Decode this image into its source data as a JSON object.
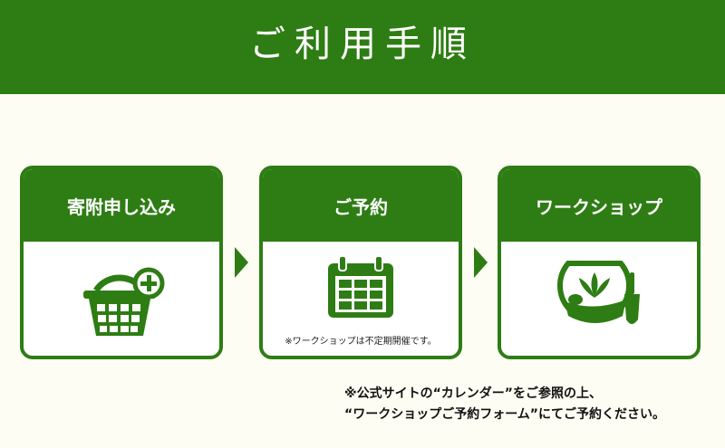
{
  "header": {
    "title": "ご利用手順"
  },
  "steps": [
    {
      "label": "寄附申し込み",
      "icon": "basket-plus-icon",
      "note": ""
    },
    {
      "label": "ご予約",
      "icon": "calendar-icon",
      "note": "※ワークショップは不定期開催です。"
    },
    {
      "label": "ワークショップ",
      "icon": "terrarium-trowel-icon",
      "note": ""
    }
  ],
  "footer": {
    "line1": "※公式サイトの“カレンダー”をご参照の上、",
    "line2": "“ワークショップご予約フォーム”にてご予約ください。"
  },
  "colors": {
    "brand": "#2e7d14",
    "background": "#fdfdf3"
  }
}
